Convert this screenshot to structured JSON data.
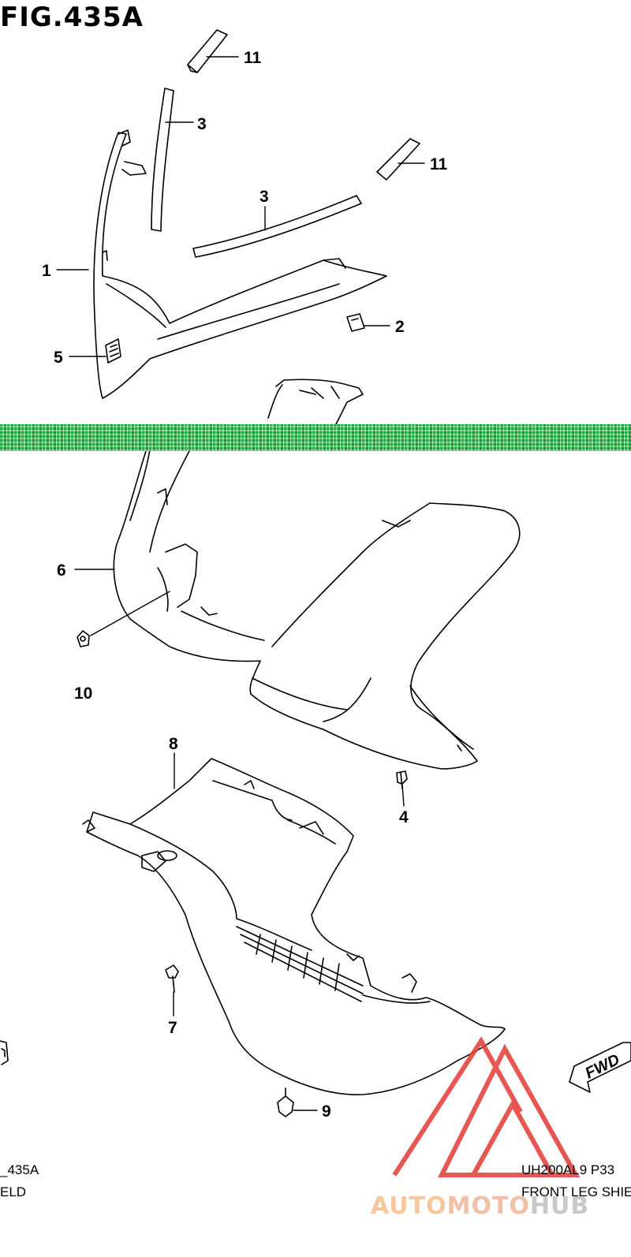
{
  "figure": {
    "title": "FIG.435A"
  },
  "callouts": [
    "11",
    "3",
    "11",
    "3",
    "1",
    "5",
    "2",
    "6",
    "10",
    "4",
    "8",
    "7",
    "9"
  ],
  "footer": {
    "left_code": "_435A",
    "left_name": "ELD",
    "right_code": "UH200AL9  P33",
    "right_name": "FRONT LEG SHIE"
  },
  "fwd_label": "FWD",
  "watermark": {
    "auto": "AUTO",
    "moto": "MOTO",
    "hub": "HUB"
  },
  "colors": {
    "line": "#000000",
    "band": "#17a83a",
    "watermark": "#e53935"
  }
}
